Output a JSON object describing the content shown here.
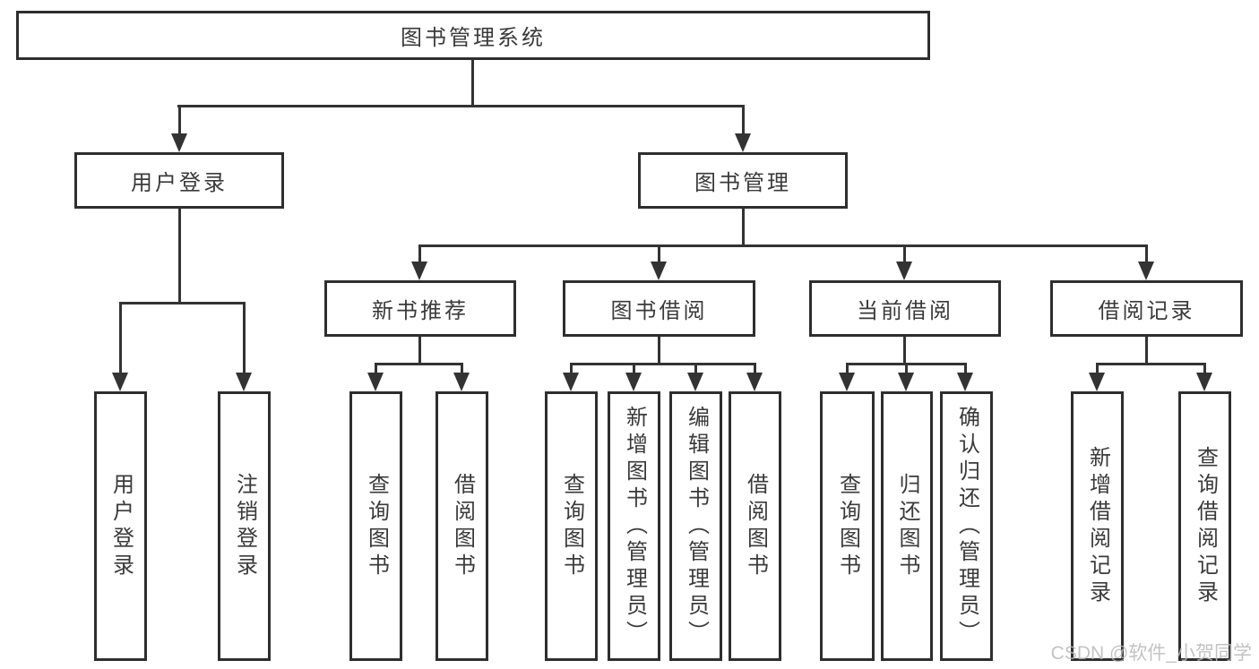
{
  "diagram": {
    "title": "图书管理系统",
    "watermark": "CSDN @软件_小贺同学",
    "colors": {
      "line": "#333333",
      "box_border": "#2e2e2e",
      "text": "#3a3a3a",
      "watermark": "#b9b9b9",
      "background": "#ffffff"
    },
    "nodes": {
      "root": "图书管理系统",
      "userLogin": "用户登录",
      "bookMgmt": "图书管理",
      "newBookRec": "新书推荐",
      "bookBorrow": "图书借阅",
      "currentBorrow": "当前借阅",
      "borrowRecord": "借阅记录",
      "login": "用户登录",
      "logout": "注销登录",
      "recQueryBook": "查询图书",
      "recBorrowBook": "借阅图书",
      "borQueryBook": "查询图书",
      "borAddBook": "新增图书（管理员）",
      "borEditBook": "编辑图书（管理员）",
      "borBorrowBook": "借阅图书",
      "curQueryBook": "查询图书",
      "curReturnBook": "归还图书",
      "curConfirmReturn": "确认归还（管理员）",
      "recordAdd": "新增借阅记录",
      "recordQuery": "查询借阅记录"
    },
    "edges": [
      "root->userLogin",
      "root->bookMgmt",
      "userLogin->login",
      "userLogin->logout",
      "bookMgmt->newBookRec",
      "bookMgmt->bookBorrow",
      "bookMgmt->currentBorrow",
      "bookMgmt->borrowRecord",
      "newBookRec->recQueryBook",
      "newBookRec->recBorrowBook",
      "bookBorrow->borQueryBook",
      "bookBorrow->borAddBook",
      "bookBorrow->borEditBook",
      "bookBorrow->borBorrowBook",
      "currentBorrow->curQueryBook",
      "currentBorrow->curReturnBook",
      "currentBorrow->curConfirmReturn",
      "borrowRecord->recordAdd",
      "borrowRecord->recordQuery"
    ]
  }
}
